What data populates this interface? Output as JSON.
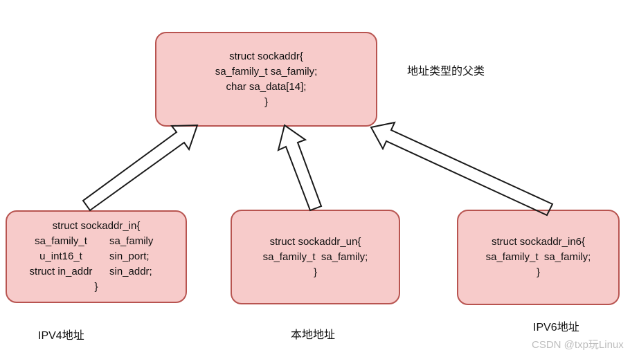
{
  "diagram": {
    "parent_box": {
      "lines": [
        "struct sockaddr{",
        "sa_family_t sa_family;",
        "char sa_data[14];",
        "}"
      ]
    },
    "ipv4_box": {
      "open_line": "struct sockaddr_in{",
      "fields": [
        {
          "type": "sa_family_t",
          "name": "sa_family"
        },
        {
          "type": "u_int16_t",
          "name": "sin_port;"
        },
        {
          "type": "struct in_addr",
          "name": "sin_addr;"
        }
      ],
      "close_line": "}"
    },
    "local_box": {
      "lines": [
        "struct sockaddr_un{",
        "sa_family_t  sa_family;",
        "}"
      ]
    },
    "ipv6_box": {
      "lines": [
        "struct sockaddr_in6{",
        "sa_family_t  sa_family;",
        "}"
      ]
    },
    "labels": {
      "parent": "地址类型的父类",
      "ipv4": "IPV4地址",
      "local": "本地地址",
      "ipv6": "IPV6地址"
    },
    "watermark": "CSDN @txp玩Linux",
    "colors": {
      "box_fill": "#f7cbca",
      "box_border": "#b85450",
      "arrow_stroke": "#1a1a1a",
      "watermark_text": "#bdbdbd"
    }
  }
}
